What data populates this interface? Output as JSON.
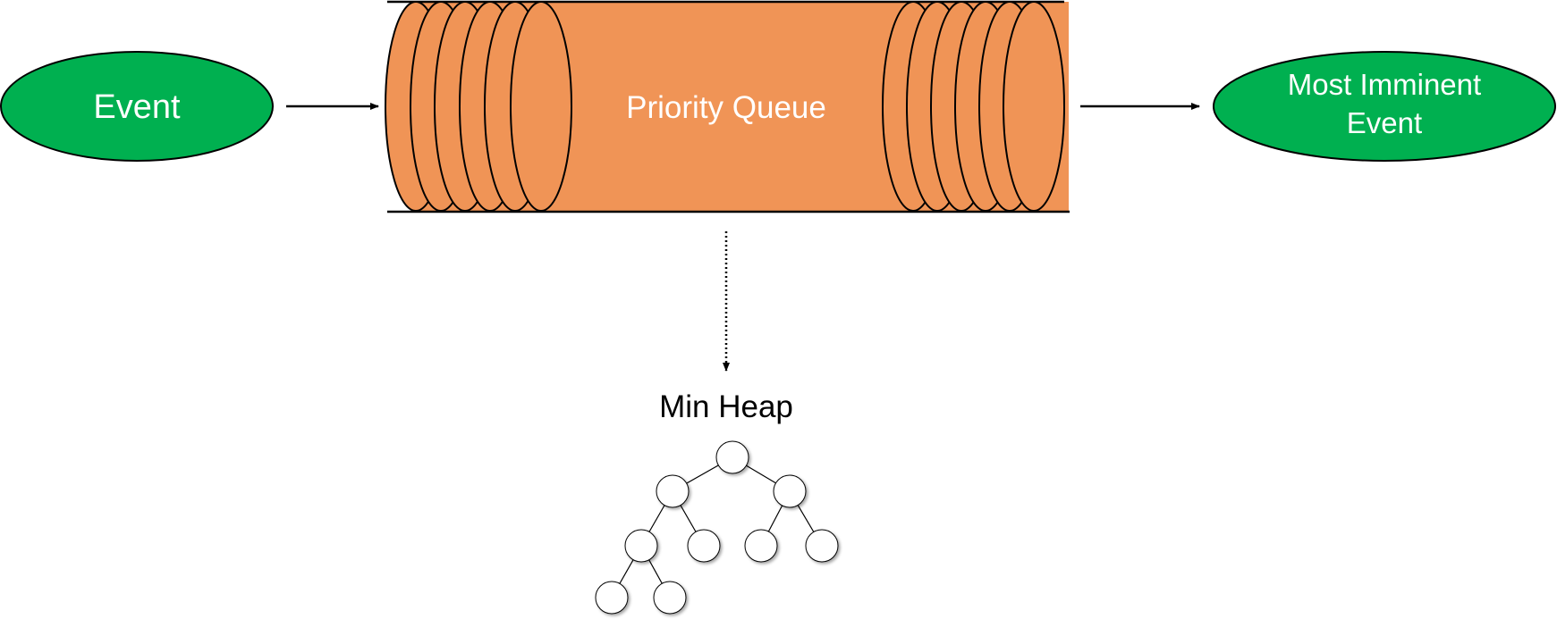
{
  "nodes": {
    "input_event": {
      "label": "Event"
    },
    "priority_queue": {
      "label": "Priority Queue"
    },
    "output_event": {
      "label_line1": "Most Imminent",
      "label_line2": "Event"
    },
    "min_heap": {
      "label": "Min Heap"
    }
  },
  "edges": [
    {
      "from": "Event",
      "to": "Priority Queue",
      "style": "solid"
    },
    {
      "from": "Priority Queue",
      "to": "Most Imminent Event",
      "style": "solid"
    },
    {
      "from": "Priority Queue",
      "to": "Min Heap",
      "style": "dotted"
    }
  ],
  "heap_tree": {
    "levels": [
      1,
      2,
      4,
      2
    ]
  },
  "colors": {
    "ellipse_fill": "#00b050",
    "queue_fill": "#f09456",
    "stroke": "#000000",
    "text_on_fill": "#ffffff",
    "heap_node_fill": "#ffffff"
  }
}
